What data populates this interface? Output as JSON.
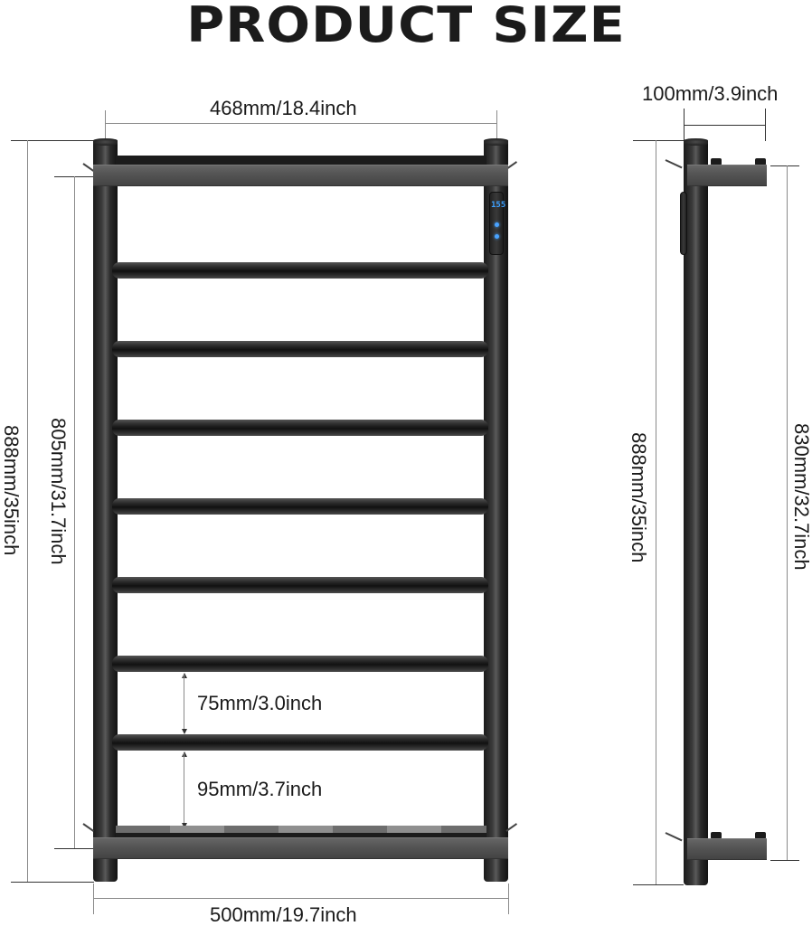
{
  "header": {
    "title": "PRODUCT SIZE"
  },
  "front_view": {
    "dimensions": {
      "inner_width": "468mm/18.4inch",
      "outer_width": "500mm/19.7inch",
      "total_height": "888mm/35inch",
      "inner_height": "805mm/31.7inch",
      "bar_spacing": "75mm/3.0inch",
      "bottom_spacing": "95mm/3.7inch"
    },
    "rail_count": 7,
    "control_panel": {
      "display_value": "155",
      "indicator_count": 2,
      "display_color": "#3da0ff"
    }
  },
  "side_view": {
    "dimensions": {
      "depth": "100mm/3.9inch",
      "total_height": "888mm/35inch",
      "mount_height": "830mm/32.7inch"
    }
  },
  "colors": {
    "frame": "#1c1c1c",
    "bracket": "#555555",
    "dimension_line": "#8a8a8a",
    "text": "#1a1a1a"
  }
}
